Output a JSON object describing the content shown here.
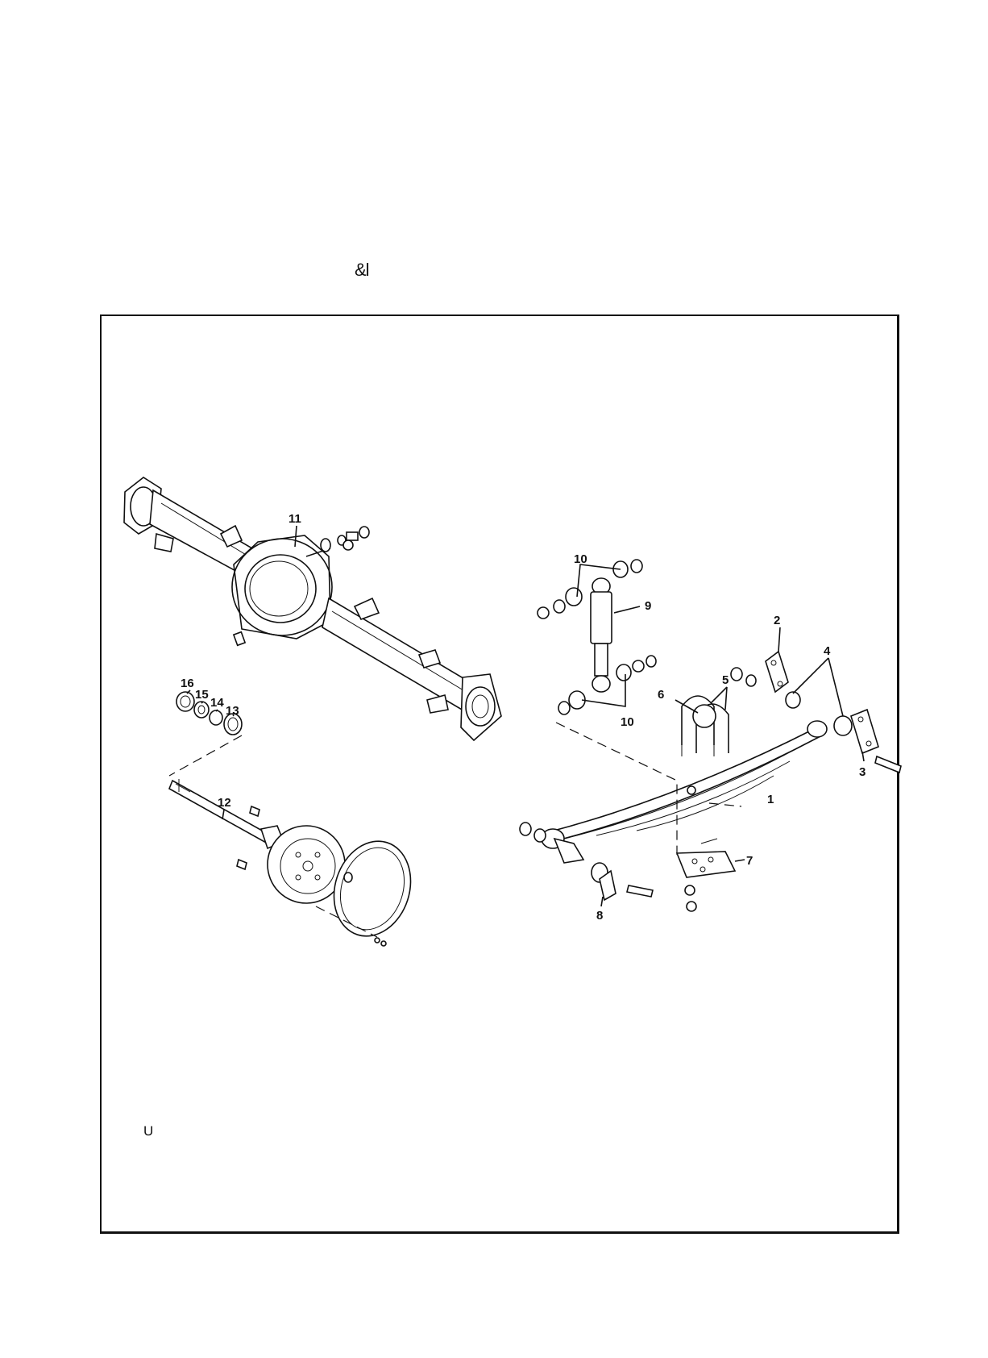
{
  "header_mark": "&l",
  "corner_mark": "U",
  "callouts": {
    "c1": "1",
    "c2": "2",
    "c3": "3",
    "c4": "4",
    "c5": "5",
    "c6": "6",
    "c7": "7",
    "c8": "8",
    "c9": "9",
    "c10a": "10",
    "c10b": "10",
    "c11": "11",
    "c12": "12",
    "c13": "13",
    "c14": "14",
    "c15": "15",
    "c16": "16"
  }
}
